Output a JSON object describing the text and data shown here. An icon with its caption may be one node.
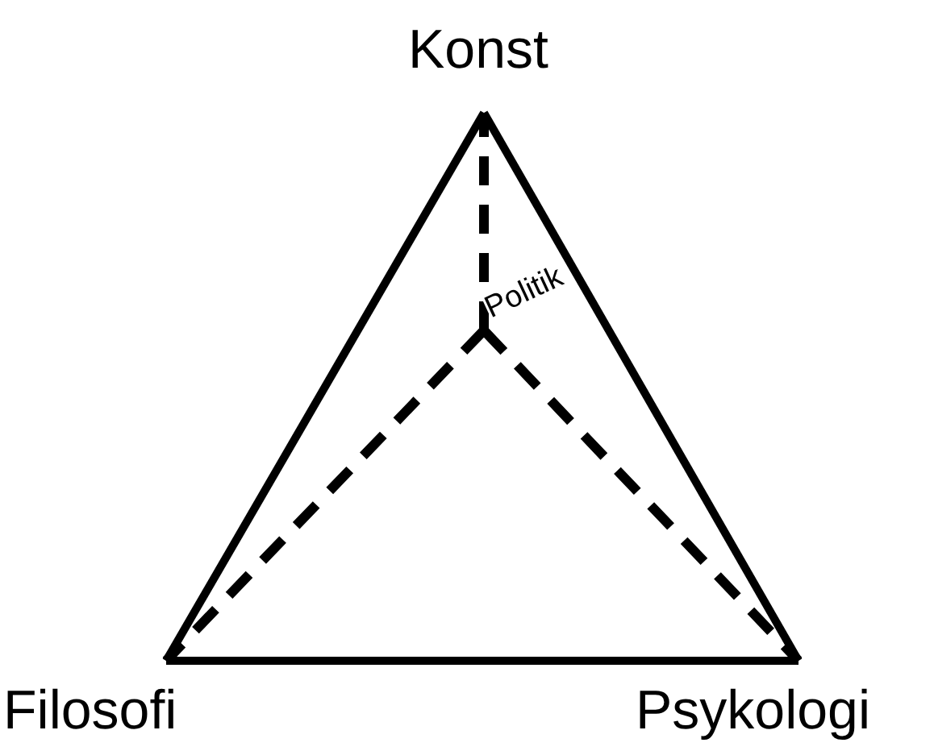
{
  "diagram": {
    "nodes": [
      {
        "text": [
          "Konst"
        ]
      },
      {
        "text": [
          "Filosofi"
        ]
      },
      {
        "text": [
          "Psykologi"
        ]
      },
      {
        "text": [
          "Politik"
        ]
      }
    ],
    "edges": [
      {
        "from": 0,
        "to": 1,
        "arrow": "none"
      },
      {
        "from": 1,
        "to": 2,
        "arrow": "none"
      },
      {
        "from": 2,
        "to": 0,
        "arrow": "none"
      },
      {
        "from": 3,
        "to": 0,
        "arrow": "none",
        "style": "dashed"
      },
      {
        "from": 3,
        "to": 1,
        "arrow": "none",
        "style": "dashed"
      },
      {
        "from": 3,
        "to": 2,
        "arrow": "none",
        "style": "dashed"
      }
    ]
  }
}
